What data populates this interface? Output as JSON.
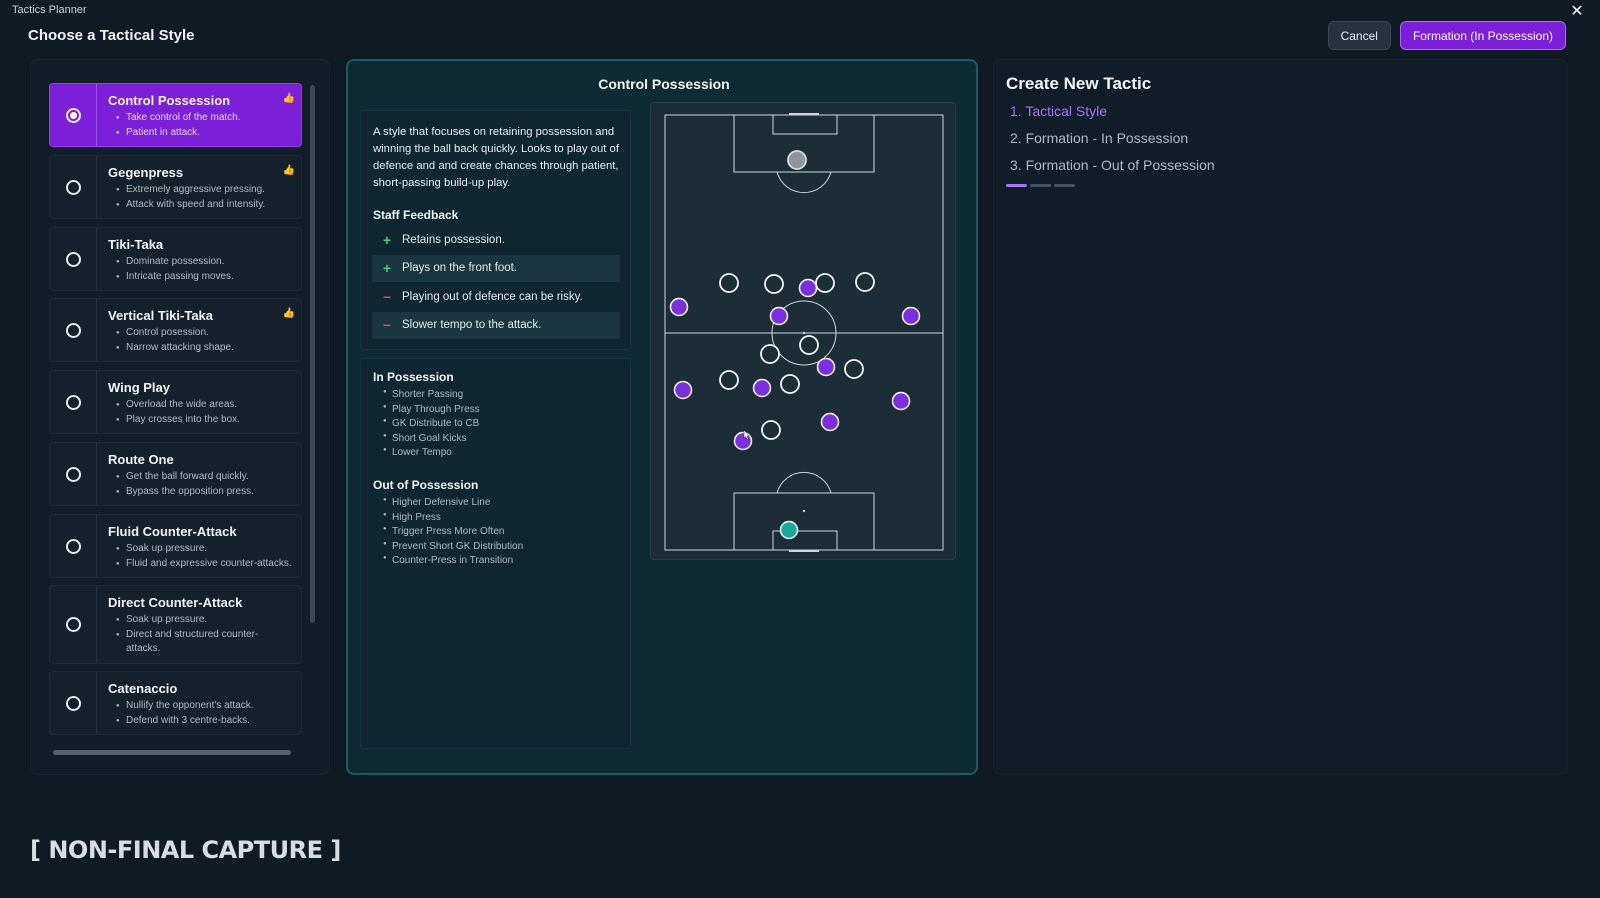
{
  "app": {
    "title": "Tactics Planner"
  },
  "header": {
    "heading": "Choose a Tactical Style",
    "cancel_label": "Cancel",
    "next_label": "Formation (In Possession)"
  },
  "styles": [
    {
      "name": "Control Possession",
      "bullets": [
        "Take control of the match.",
        "Patient in attack."
      ],
      "selected": true,
      "recommended": true
    },
    {
      "name": "Gegenpress",
      "bullets": [
        "Extremely aggressive pressing.",
        "Attack with speed and intensity."
      ],
      "selected": false,
      "recommended": true
    },
    {
      "name": "Tiki-Taka",
      "bullets": [
        "Dominate possession.",
        "Intricate passing moves."
      ],
      "selected": false,
      "recommended": false
    },
    {
      "name": "Vertical Tiki-Taka",
      "bullets": [
        "Control posession.",
        "Narrow attacking shape."
      ],
      "selected": false,
      "recommended": true
    },
    {
      "name": "Wing Play",
      "bullets": [
        "Overload the wide areas.",
        "Play crosses into the box."
      ],
      "selected": false,
      "recommended": false
    },
    {
      "name": "Route One",
      "bullets": [
        "Get the ball forward quickly.",
        "Bypass the opposition press."
      ],
      "selected": false,
      "recommended": false
    },
    {
      "name": "Fluid Counter-Attack",
      "bullets": [
        "Soak up pressure.",
        "Fluid and expressive counter-attacks."
      ],
      "selected": false,
      "recommended": false
    },
    {
      "name": "Direct Counter-Attack",
      "bullets": [
        "Soak up pressure.",
        "Direct and structured counter-",
        "attacks."
      ],
      "selected": false,
      "recommended": false
    },
    {
      "name": "Catenaccio",
      "bullets": [
        "Nullify the opponent's attack.",
        "Defend with 3 centre-backs."
      ],
      "selected": false,
      "recommended": false
    }
  ],
  "detail": {
    "title": "Control Possession",
    "description": "A style that focuses on retaining possession and winning the ball back quickly. Looks to play out of defence and and create chances through patient, short-passing build-up play.",
    "feedback_heading": "Staff Feedback",
    "feedback": [
      {
        "sign": "+",
        "type": "positive",
        "text": "Retains possession."
      },
      {
        "sign": "+",
        "type": "positive",
        "text": "Plays on the front foot."
      },
      {
        "sign": "−",
        "type": "negative",
        "text": "Playing out of defence can be risky."
      },
      {
        "sign": "−",
        "type": "negative",
        "text": "Slower tempo to the attack."
      }
    ],
    "in_possession": {
      "heading": "In Possession",
      "items": [
        "Shorter Passing",
        "Play Through Press",
        "GK Distribute to CB",
        "Short Goal Kicks",
        "Lower Tempo"
      ]
    },
    "out_of_possession": {
      "heading": "Out of Possession",
      "items": [
        "Higher Defensive Line",
        "High Press",
        "Trigger Press More Often",
        "Prevent Short GK Distribution",
        "Counter-Press in Transition"
      ]
    }
  },
  "create": {
    "title": "Create New Tactic",
    "steps": [
      {
        "label": "1. Tactical Style",
        "active": true
      },
      {
        "label": "2. Formation - In Possession",
        "active": false
      },
      {
        "label": "3. Formation - Out of Possession",
        "active": false
      }
    ],
    "progress": {
      "current_step": 1,
      "total_steps": 3
    }
  },
  "watermark": "NON-FINAL CAPTURE",
  "colors": {
    "accent": "#7b1fd8",
    "accent_light": "#a774f2",
    "team": "#7b2fe0",
    "opponent": "#ffffff",
    "goalkeeper": "#1aa89a",
    "positive": "#3fd27a",
    "negative": "#e0485a"
  }
}
